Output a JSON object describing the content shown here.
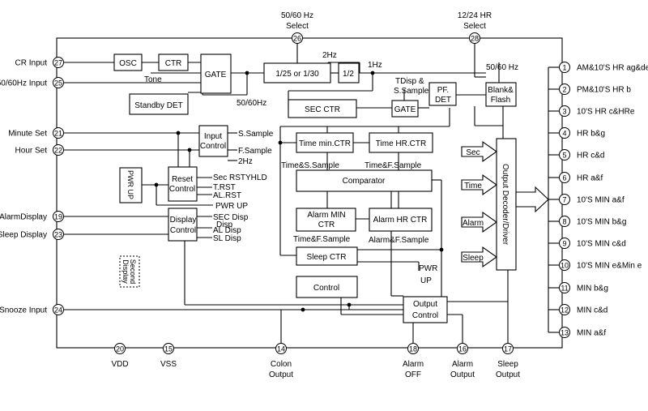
{
  "colors": {
    "line": "#000000",
    "background": "#ffffff"
  },
  "pins": [
    {
      "n": "27",
      "label": "CR Input",
      "side": "left"
    },
    {
      "n": "25",
      "label": "50/60Hz Input",
      "side": "left"
    },
    {
      "n": "21",
      "label": "Minute Set",
      "side": "left"
    },
    {
      "n": "22",
      "label": "Hour Set",
      "side": "left"
    },
    {
      "n": "19",
      "label": "AlarmDisplay",
      "side": "left"
    },
    {
      "n": "23",
      "label": "Sleep Display",
      "side": "left"
    },
    {
      "n": "24",
      "label": "Snooze Input",
      "side": "left"
    },
    {
      "n": "26",
      "label": [
        "50/60 Hz",
        "Select"
      ],
      "side": "top"
    },
    {
      "n": "28",
      "label": [
        "12/24 HR",
        "Select"
      ],
      "side": "top"
    },
    {
      "n": "20",
      "label": [
        "VDD"
      ],
      "side": "bottom"
    },
    {
      "n": "15",
      "label": [
        "VSS"
      ],
      "side": "bottom"
    },
    {
      "n": "14",
      "label": [
        "Colon",
        "Output"
      ],
      "side": "bottom"
    },
    {
      "n": "18",
      "label": [
        "Alarm",
        "OFF"
      ],
      "side": "bottom"
    },
    {
      "n": "16",
      "label": [
        "Alarm",
        "Output"
      ],
      "side": "bottom"
    },
    {
      "n": "17",
      "label": [
        "Sleep",
        "Output"
      ],
      "side": "bottom"
    },
    {
      "n": "1",
      "label": "AM&10'S HR ag&de",
      "side": "right"
    },
    {
      "n": "2",
      "label": "PM&10'S HR b",
      "side": "right"
    },
    {
      "n": "3",
      "label": "10'S HR c&HRe",
      "side": "right"
    },
    {
      "n": "4",
      "label": "HR b&g",
      "side": "right"
    },
    {
      "n": "5",
      "label": "HR c&d",
      "side": "right"
    },
    {
      "n": "6",
      "label": "HR a&f",
      "side": "right"
    },
    {
      "n": "7",
      "label": "10'S MIN a&f",
      "side": "right"
    },
    {
      "n": "8",
      "label": "10'S MIN b&g",
      "side": "right"
    },
    {
      "n": "9",
      "label": "10'S MIN c&d",
      "side": "right"
    },
    {
      "n": "10",
      "label": "10'S MIN e&Min e",
      "side": "right"
    },
    {
      "n": "11",
      "label": "MIN b&g",
      "side": "right"
    },
    {
      "n": "12",
      "label": "MIN c&d",
      "side": "right"
    },
    {
      "n": "13",
      "label": "MIN a&f",
      "side": "right"
    }
  ],
  "blocks": {
    "osc": [
      "OSC"
    ],
    "ctr": [
      "CTR"
    ],
    "gate1": [
      "GATE"
    ],
    "standby": [
      "Standby DET"
    ],
    "div130": [
      "1/25 or 1/30"
    ],
    "div12": [
      "1/2"
    ],
    "sec_ctr": [
      "SEC CTR"
    ],
    "gate2": [
      "GATE"
    ],
    "pf_det": [
      "PF.",
      "DET"
    ],
    "blank_flash": [
      "Blank&",
      "Flash"
    ],
    "input_control": [
      "Input",
      "Control"
    ],
    "pwr_up": [
      "PWR UP"
    ],
    "reset_control": [
      "Reset",
      "Control"
    ],
    "display_control": [
      "Display",
      "Control"
    ],
    "second_display": [
      "Second",
      "Display"
    ],
    "time_min_ctr": [
      "Time min.CTR"
    ],
    "time_hr_ctr": [
      "Time HR.CTR"
    ],
    "comparator": [
      "Comparator"
    ],
    "alarm_min_ctr": [
      "Alarm MIN",
      "CTR"
    ],
    "alarm_hr_ctr": [
      "Alarm HR CTR"
    ],
    "sleep_ctr": [
      "Sleep CTR"
    ],
    "control": [
      "Control"
    ],
    "output_control": [
      "Output",
      "Control"
    ],
    "output_decoder": [
      "Output Decoder/Driver"
    ]
  },
  "signals": {
    "tone": "Tone",
    "hz2": "2Hz",
    "hz1": "1Hz",
    "hz5060_gate": "50/60Hz",
    "hz5060_pf": "50/60 Hz",
    "tdisp": "TDisp &",
    "ssample_top": "S.Sample",
    "s_sample": "S.Sample",
    "f_sample": "F.Sample",
    "hz2_ic": "2Hz",
    "sec_rstyhld": "Sec RSTYHLD",
    "t_rst": "T.RST",
    "al_rst": "AL.RST",
    "pwr_up_sig": "PWR UP",
    "sec_disp": "SEC Disp",
    "disp": "Disp",
    "al_disp": "AL Disp",
    "sl_disp": "SL Disp",
    "time_s_sample": "Time&S.Sample",
    "time_f_sample": "Time&F.Sample",
    "time_f_sample2": "Time&F.Sample",
    "alarm_f_sample": "Alarm&F.Sample",
    "pwr": "PWR",
    "up": "UP",
    "arrow_sec": "Sec",
    "arrow_time": "Time",
    "arrow_alarm": "Alarm",
    "arrow_sleep": "Sleep"
  }
}
